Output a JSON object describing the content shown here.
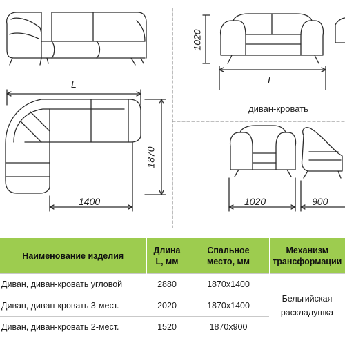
{
  "dimensions": {
    "corner_length": "L",
    "sofa_height": "1020",
    "sofa_length": "L",
    "corner_depth": "1870",
    "corner_seat_width": "1400",
    "armchair_width": "1020",
    "armchair_depth": "900"
  },
  "captions": {
    "sofa_bed": "диван-кровать"
  },
  "table": {
    "headers": {
      "name": "Наименование изделия",
      "length_line1": "Длина",
      "length_line2": "L, мм",
      "sleeping_line1": "Спальное",
      "sleeping_line2": "место, мм",
      "mechanism_line1": "Механизм",
      "mechanism_line2": "трансформации"
    },
    "rows": [
      {
        "name": "Диван, диван-кровать угловой",
        "length": "2880",
        "sleeping": "1870x1400"
      },
      {
        "name": "Диван, диван-кровать 3-мест.",
        "length": "2020",
        "sleeping": "1870x1400"
      },
      {
        "name": "Диван, диван-кровать 2-мест.",
        "length": "1520",
        "sleeping": "1870x900"
      }
    ],
    "mechanism_line1": "Бельгийская",
    "mechanism_line2": "раскладушка"
  }
}
